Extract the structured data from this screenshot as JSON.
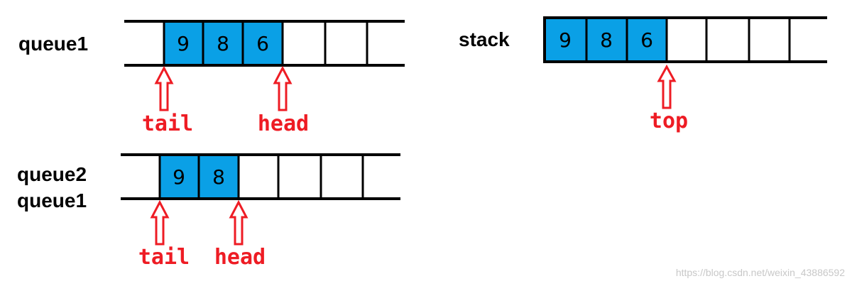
{
  "labels": {
    "queue1_top": "queue1",
    "stack": "stack",
    "queue2": "queue2",
    "queue1_bottom": "queue1"
  },
  "queue1": {
    "values": [
      "9",
      "8",
      "6"
    ],
    "pointers": {
      "tail": "tail",
      "head": "head"
    }
  },
  "stack": {
    "values": [
      "9",
      "8",
      "6"
    ],
    "pointers": {
      "top": "top"
    }
  },
  "queue2": {
    "values": [
      "9",
      "8"
    ],
    "pointers": {
      "tail": "tail",
      "head": "head"
    }
  },
  "watermark": "https://blog.csdn.net/weixin_43886592",
  "colors": {
    "filled_cell": "#0aa0e6",
    "pointer": "#ee1c24",
    "line": "#000000"
  }
}
